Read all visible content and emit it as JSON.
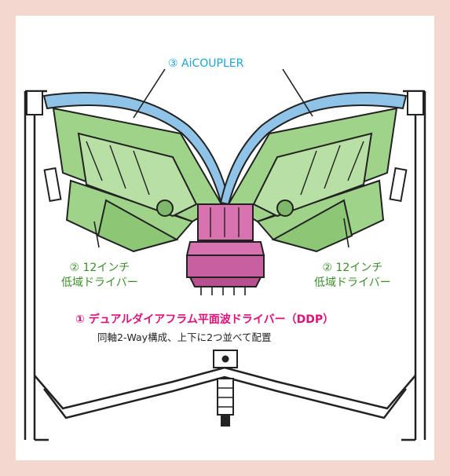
{
  "labels": {
    "coupler": "③ AiCOUPLER",
    "woofer_left_line1": "② 12インチ",
    "woofer_left_line2": "低域ドライバー",
    "woofer_right_line1": "② 12インチ",
    "woofer_right_line2": "低域ドライバー",
    "ddp_title": "① デュアルダイアフラム平面波ドライバー（DDP）",
    "ddp_desc": "同軸2-Way構成、上下に2つ並べて配置"
  },
  "colors": {
    "background": "#f4d8d0",
    "coupler": "#1aa7d8",
    "woofer": "#3a8f2a",
    "ddp": "#e0117a",
    "green_fill": "#9fd38a",
    "blue_fill": "#8fc4e8",
    "pink_fill": "#d873b0"
  }
}
